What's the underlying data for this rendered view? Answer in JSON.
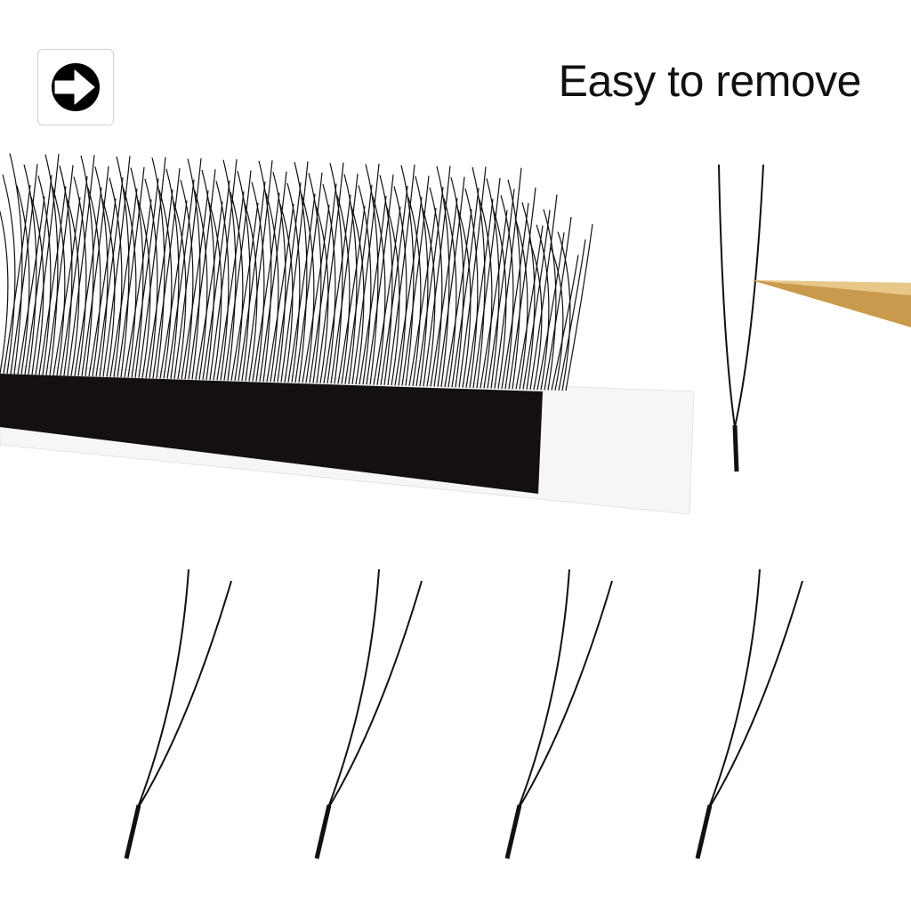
{
  "header": {
    "title": "Easy to remove",
    "icon": "circle-arrow-right-icon"
  },
  "illustration": {
    "items": [
      "lash-strip",
      "single-lash-with-tweezer",
      "loose-lash-row"
    ],
    "loose_lash_count": 4,
    "tweezer_color": "#c99a4e",
    "lash_color": "#111111"
  }
}
